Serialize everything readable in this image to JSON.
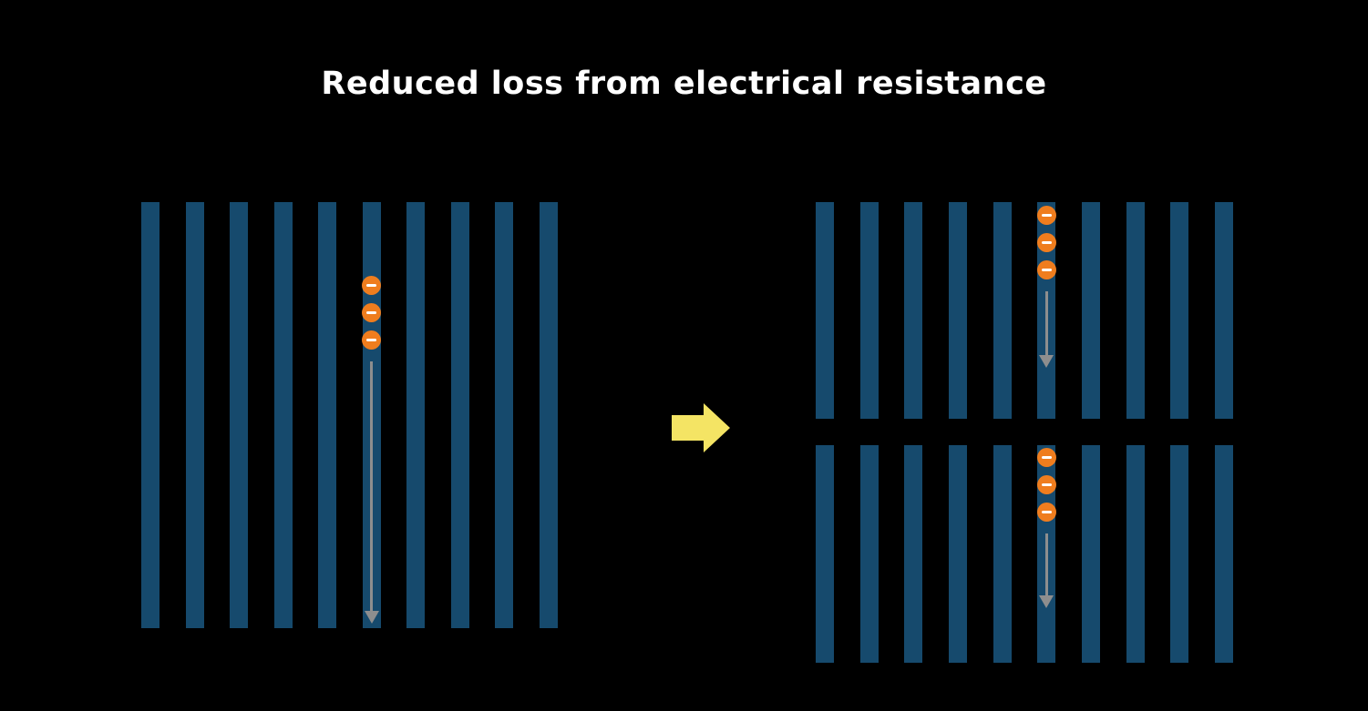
{
  "title": "Reduced loss from electrical resistance",
  "colors": {
    "background": "#000000",
    "title_text": "#FFFFFF",
    "bar": "#164A6D",
    "electron": "#EF7D1E",
    "electron_minus": "#FFFFFF",
    "flow_arrow": "#8E8E8E",
    "transition_arrow": "#F4E464"
  },
  "left_panel": {
    "bar_count": 10,
    "electron_count": 3,
    "electron_bar_index": 5,
    "flow_direction": "down"
  },
  "right_top_panel": {
    "bar_count": 10,
    "electron_count": 3,
    "electron_bar_index": 5,
    "flow_direction": "down"
  },
  "right_bottom_panel": {
    "bar_count": 10,
    "electron_count": 3,
    "electron_bar_index": 5,
    "flow_direction": "down"
  },
  "transition": {
    "direction": "right"
  }
}
